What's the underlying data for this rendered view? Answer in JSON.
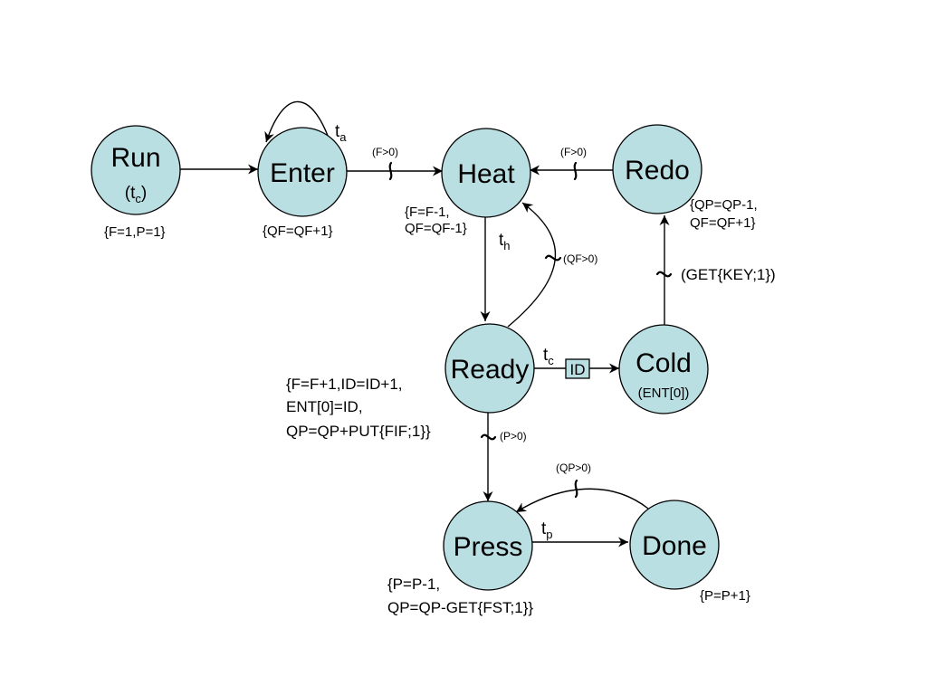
{
  "nodes": {
    "run": {
      "name": "Run",
      "sub_base": "(t",
      "sub_index": "c",
      "sub_close": ")"
    },
    "enter": {
      "name": "Enter"
    },
    "heat": {
      "name": "Heat"
    },
    "redo": {
      "name": "Redo"
    },
    "ready": {
      "name": "Ready"
    },
    "cold": {
      "name": "Cold",
      "sub": "(ENT[0])"
    },
    "press": {
      "name": "Press"
    },
    "done": {
      "name": "Done"
    }
  },
  "actions": {
    "run": "{F=1,P=1}",
    "enter": "{QF=QF+1}",
    "heat_line1": "{F=F-1,",
    "heat_line2": "QF=QF-1}",
    "redo_line1": "{QP=QP-1,",
    "redo_line2": "QF=QF+1}",
    "ready_line1": "{F=F+1,ID=ID+1,",
    "ready_line2": "ENT[0]=ID,",
    "ready_line3": "QP=QP+PUT{FIF;1}}",
    "press_line1": "{P=P-1,",
    "press_line2": "QP=QP-GET{FST;1}}",
    "done": "{P=P+1}"
  },
  "conditions": {
    "enter_heat": "(F>0)",
    "redo_heat": "(F>0)",
    "ready_heat": "(QF>0)",
    "cold_redo": "(GET{KEY;1})",
    "ready_press": "(P>0)",
    "done_press": "(QP>0)"
  },
  "transitions": {
    "enter_self": {
      "base": "t",
      "index": "a"
    },
    "heat_ready": {
      "base": "t",
      "index": "h"
    },
    "ready_cold": {
      "base": "t",
      "index": "c"
    },
    "press_done": {
      "base": "t",
      "index": "p"
    }
  },
  "ready_cold_box": "ID",
  "colors": {
    "node_fill": "#b9dfe2",
    "stroke": "#000000"
  }
}
